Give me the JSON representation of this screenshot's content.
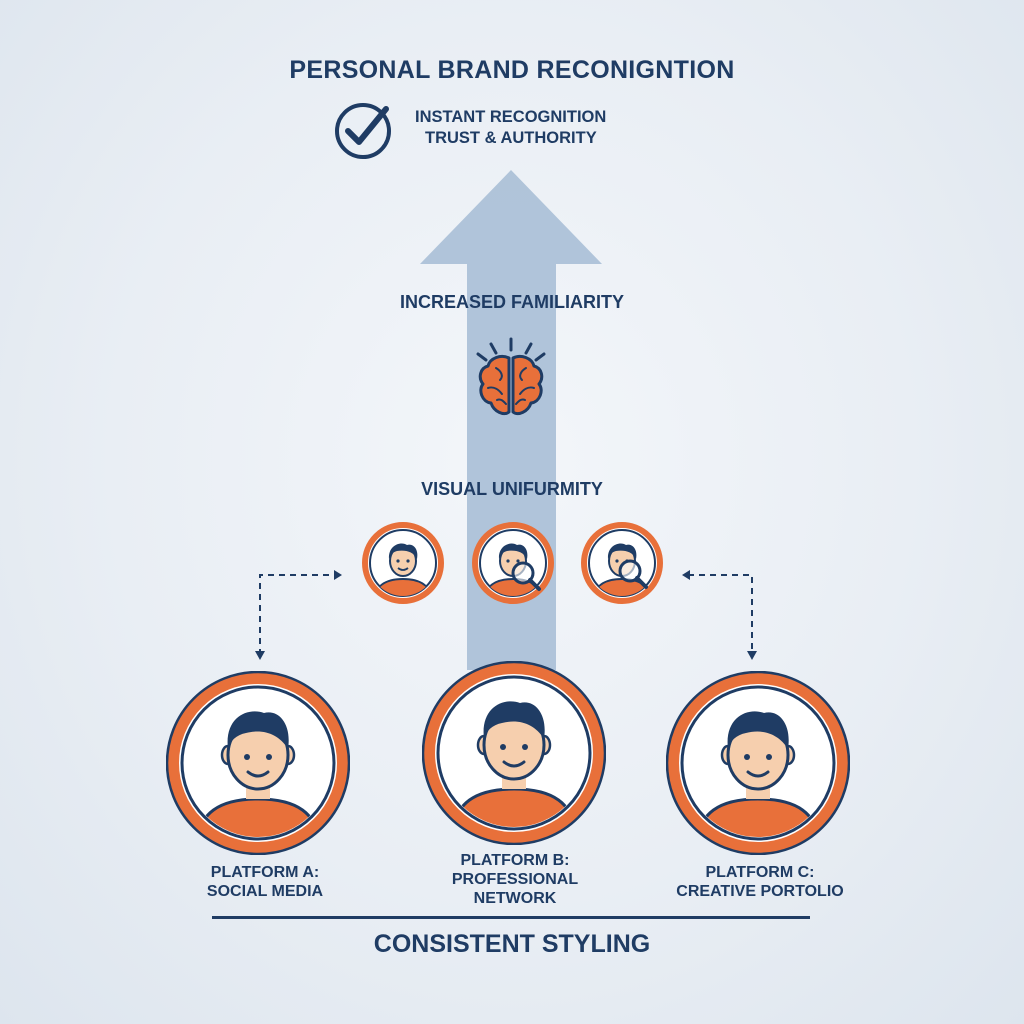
{
  "title": "PERSONAL BRAND RECONIGNTION",
  "top_result": {
    "line1": "INSTANT RECOGNITION",
    "line2": "TRUST & AUTHORITY",
    "icon": "check-circle-icon"
  },
  "stages": {
    "familiarity": "INCREASED FAMILIARITY",
    "familiarity_icon": "brain-icon",
    "uniformity": "VISUAL UNIFURMITY"
  },
  "platforms": [
    {
      "line1": "PLATFORM A:",
      "line2": "SOCIAL MEDIA"
    },
    {
      "line1": "PLATFORM B:",
      "line2": "PROFESSIONAL",
      "line3": "NETWORK"
    },
    {
      "line1": "PLATFORM C:",
      "line2": "CREATIVE PORTOLIO"
    }
  ],
  "footer": "CONSISTENT STYLING",
  "colors": {
    "navy": "#1f3c64",
    "orange": "#e8703a",
    "arrow": "#a9bfd6",
    "skin": "#f6cfae"
  }
}
